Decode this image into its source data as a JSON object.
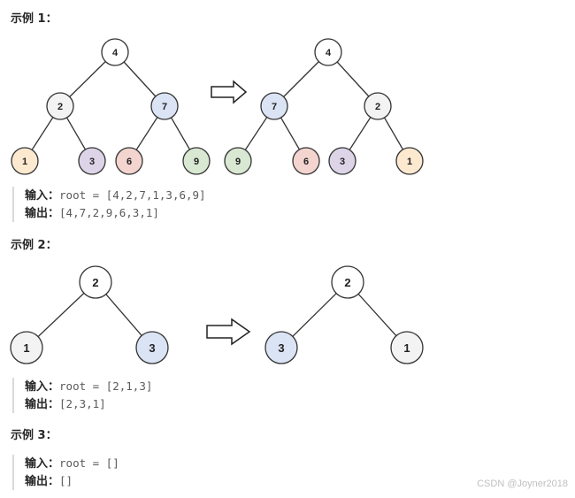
{
  "colors": {
    "gray": "#f3f3f3",
    "orange": "#fde9d0",
    "purple": "#ddd4e8",
    "red": "#f3d4cf",
    "green": "#d8e8d2",
    "blue": "#dbe4f5"
  },
  "example1": {
    "heading": "示例 1：",
    "nodes": [
      "4",
      "2",
      "7",
      "1",
      "3",
      "6",
      "9",
      "4",
      "7",
      "2",
      "9",
      "6",
      "3",
      "1"
    ],
    "input_label": "输入：",
    "input_value": "root = [4,2,7,1,3,6,9]",
    "output_label": "输出：",
    "output_value": "[4,7,2,9,6,3,1]"
  },
  "example2": {
    "heading": "示例 2：",
    "nodes": [
      "2",
      "1",
      "3",
      "2",
      "3",
      "1"
    ],
    "input_label": "输入：",
    "input_value": "root = [2,1,3]",
    "output_label": "输出：",
    "output_value": "[2,3,1]"
  },
  "example3": {
    "heading": "示例 3：",
    "input_label": "输入：",
    "input_value": "root = []",
    "output_label": "输出：",
    "output_value": "[]"
  },
  "watermark": "CSDN @Joyner2018"
}
